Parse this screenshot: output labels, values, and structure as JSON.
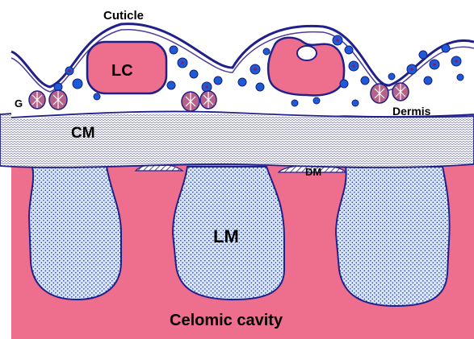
{
  "labels": {
    "cuticle": "Cuticle",
    "lc": "LC",
    "g": "G",
    "dermis": "Dermis",
    "cm": "CM",
    "dm": "DM",
    "lm": "LM",
    "celomic_cavity": "Celomic cavity"
  },
  "colors": {
    "pink": "#ee6e8e",
    "navy": "#20208a",
    "blue_cell": "#1f5ad6",
    "muscle_fill": "#cfe0f6",
    "muscle_dot": "#1a2a9a"
  }
}
